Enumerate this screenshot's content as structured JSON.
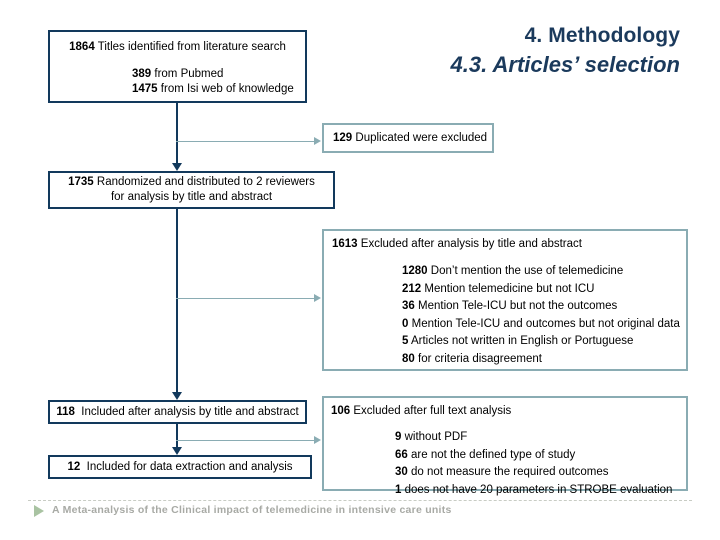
{
  "slide": {
    "title_line1": "4. Methodology",
    "title_line2": "4.3. Articles’ selection",
    "title_color": "#1b3a5c",
    "navy_color": "#12395c",
    "teal_color": "#8aacb3"
  },
  "flow": {
    "titles_identified": {
      "count": "1864",
      "label": "Titles identified from literature search",
      "sources": [
        {
          "count": "389",
          "label": "from Pubmed"
        },
        {
          "count": "1475",
          "label": "from Isi web of knowledge"
        }
      ]
    },
    "duplicated_excluded": {
      "count": "129",
      "label": "Duplicated were excluded"
    },
    "randomized": {
      "count": "1735",
      "label_line1": "Randomized and distributed to 2 reviewers",
      "label_line2": "for analysis by title and abstract"
    },
    "excluded_after_title_abstract": {
      "count": "1613",
      "label": "Excluded after analysis by title and abstract",
      "reasons": [
        {
          "count": "1280",
          "label": "Don’t mention  the use of telemedicine"
        },
        {
          "count": "212",
          "label": "Mention telemedicine but not ICU"
        },
        {
          "count": "36",
          "label": "Mention Tele-ICU  but not the outcomes"
        },
        {
          "count": "0",
          "label": "Mention Tele-ICU and outcomes but not original data"
        },
        {
          "count": "5",
          "label": "Articles not written in English or Portuguese"
        },
        {
          "count": "80",
          "label": "for criteria disagreement"
        }
      ]
    },
    "included_after_title_abstract": {
      "count": "118",
      "label": "Included after analysis by title and abstract"
    },
    "excluded_after_full_text": {
      "count": "106",
      "label": "Excluded after full text analysis",
      "reasons": [
        {
          "count": "9",
          "label": "without PDF"
        },
        {
          "count": "66",
          "label": "are not the defined type of study"
        },
        {
          "count": "30",
          "label": "do not measure the required outcomes"
        },
        {
          "count": "1",
          "label": "does not have 20 parameters in STROBE evaluation"
        }
      ]
    },
    "included_for_extraction": {
      "count": "12",
      "label": "Included for data extraction and analysis"
    }
  },
  "footer": {
    "text": "A Meta-analysis of the Clinical impact of telemedicine in intensive care units"
  }
}
